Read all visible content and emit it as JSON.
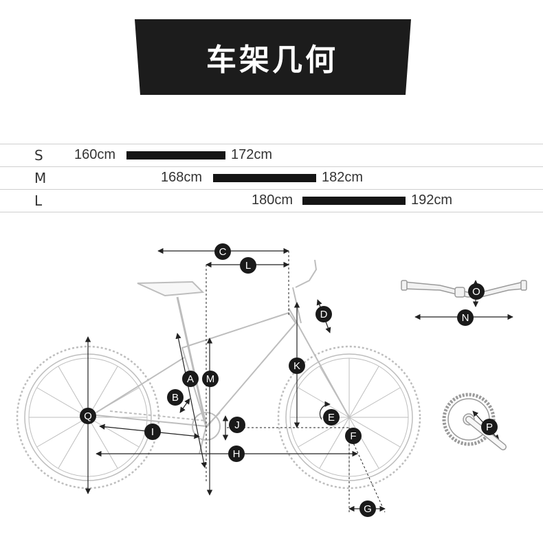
{
  "title": "车架几何",
  "sizes": [
    {
      "label": "S",
      "min": "160cm",
      "max": "172cm"
    },
    {
      "label": "M",
      "min": "168cm",
      "max": "182cm"
    },
    {
      "label": "L",
      "min": "180cm",
      "max": "192cm"
    }
  ],
  "diagram_labels": {
    "A": "A",
    "B": "B",
    "C": "C",
    "D": "D",
    "E": "E",
    "F": "F",
    "G": "G",
    "H": "H",
    "I": "I",
    "J": "J",
    "K": "K",
    "L": "L",
    "M": "M",
    "N": "N",
    "O": "O",
    "P": "P",
    "Q": "Q"
  },
  "colors": {
    "banner": "#1c1c1c",
    "bar": "#151515",
    "marker": "#1a1a1a",
    "line_art": "#bdbdbd"
  }
}
